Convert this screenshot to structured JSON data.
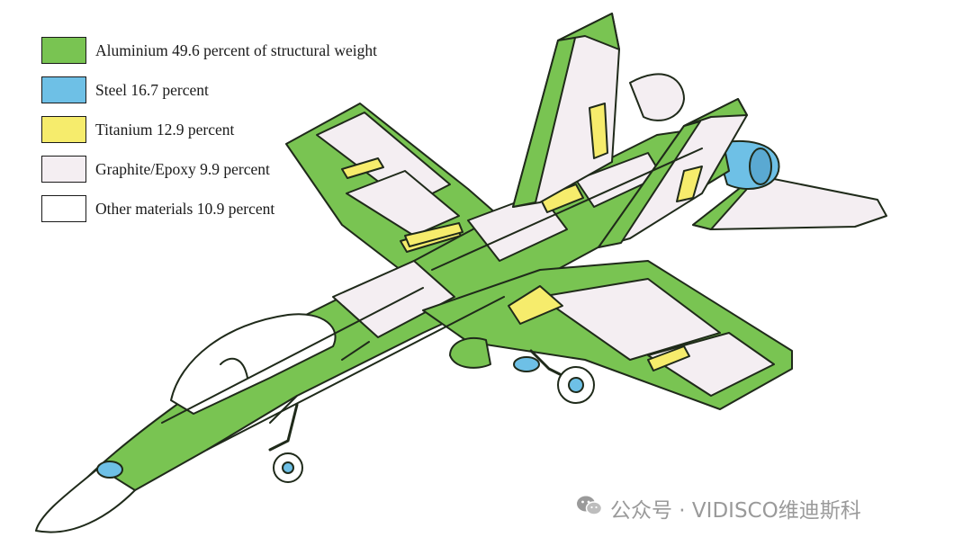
{
  "legend": {
    "items": [
      {
        "label": "Aluminium 49.6 percent of structural weight",
        "color": "#79c452"
      },
      {
        "label": "Steel 16.7 percent",
        "color": "#6ec0e6"
      },
      {
        "label": "Titanium 12.9 percent",
        "color": "#f6ec6c"
      },
      {
        "label": "Graphite/Epoxy 9.9 percent",
        "color": "#f4eef2"
      },
      {
        "label": "Other materials 10.9 percent",
        "color": "#ffffff"
      }
    ]
  },
  "watermark": {
    "text": "公众号 · VIDISCO维迪斯科",
    "icon": "wechat-icon"
  },
  "colors": {
    "outline": "#1f2a1a",
    "aluminium": "#79c452",
    "steel": "#6ec0e6",
    "titanium": "#f6ec6c",
    "graphite": "#f4eef2",
    "other": "#ffffff"
  }
}
